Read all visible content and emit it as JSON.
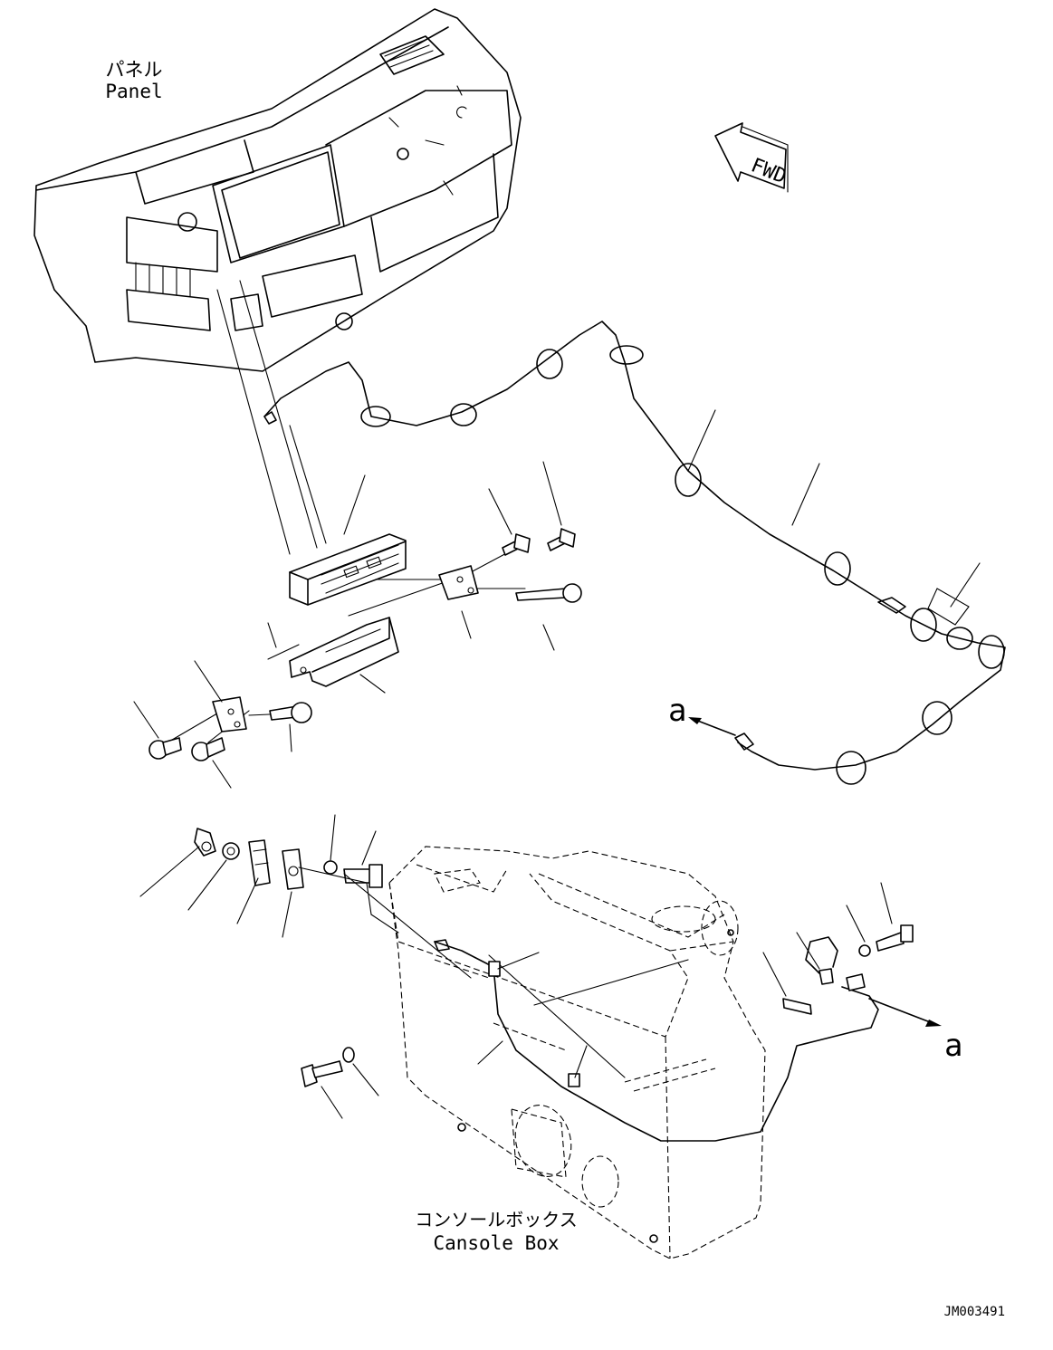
{
  "labels": {
    "panel_jp": "パネル",
    "panel_en": "Panel",
    "console_jp": "コンソールボックス",
    "console_en": "Cansole Box",
    "fwd": "FWD",
    "ref_a_top": "a",
    "ref_a_right": "a",
    "drawing_no": "JM003491"
  }
}
